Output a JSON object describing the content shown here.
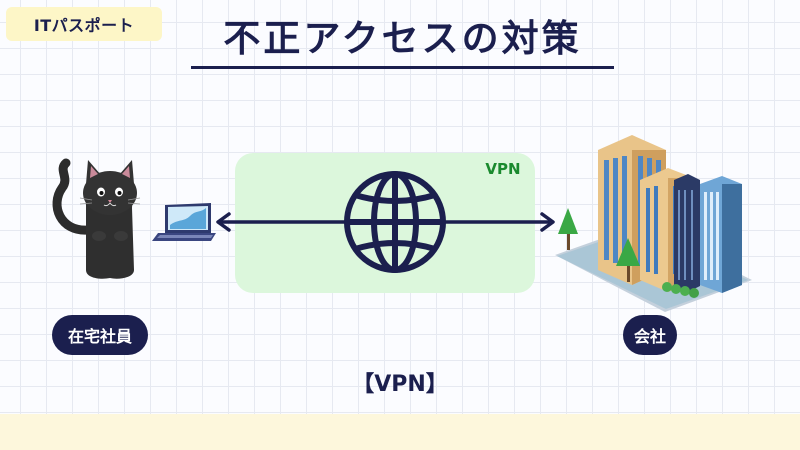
{
  "badge": {
    "text": "ITパスポート"
  },
  "title": {
    "text": "不正アクセスの対策"
  },
  "vpn_tag": {
    "text": "VPN"
  },
  "labels": {
    "home_worker": "在宅社員",
    "company": "会社"
  },
  "caption": {
    "text": "【VPN】"
  },
  "icons": {
    "cat": "cat-icon",
    "laptop": "laptop-icon",
    "globe": "globe-icon",
    "office": "office-buildings-icon",
    "arrow": "double-arrow-icon"
  },
  "colors": {
    "navy": "#1b1f4e",
    "vpn_zone": "#dcf7dc",
    "vpn_text": "#1a8a2e",
    "badge_bg": "#fdf6c7",
    "footer_bg": "#fdf7dc"
  }
}
